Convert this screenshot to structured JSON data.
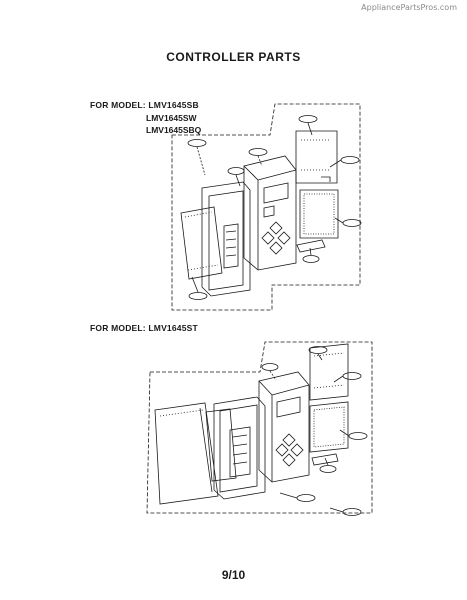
{
  "watermark": "AppliancePartsPros.com",
  "title": "CONTROLLER PARTS",
  "section1": {
    "label_prefix": "FOR MODEL: ",
    "models": [
      "LMV1645SB",
      "LMV1645SW",
      "LMV1645SBQ"
    ]
  },
  "section2": {
    "label_prefix": "FOR MODEL: ",
    "models": [
      "LMV1645ST"
    ]
  },
  "page_number": "9/10",
  "colors": {
    "ink": "#1a1a1a",
    "paper": "#ffffff"
  }
}
